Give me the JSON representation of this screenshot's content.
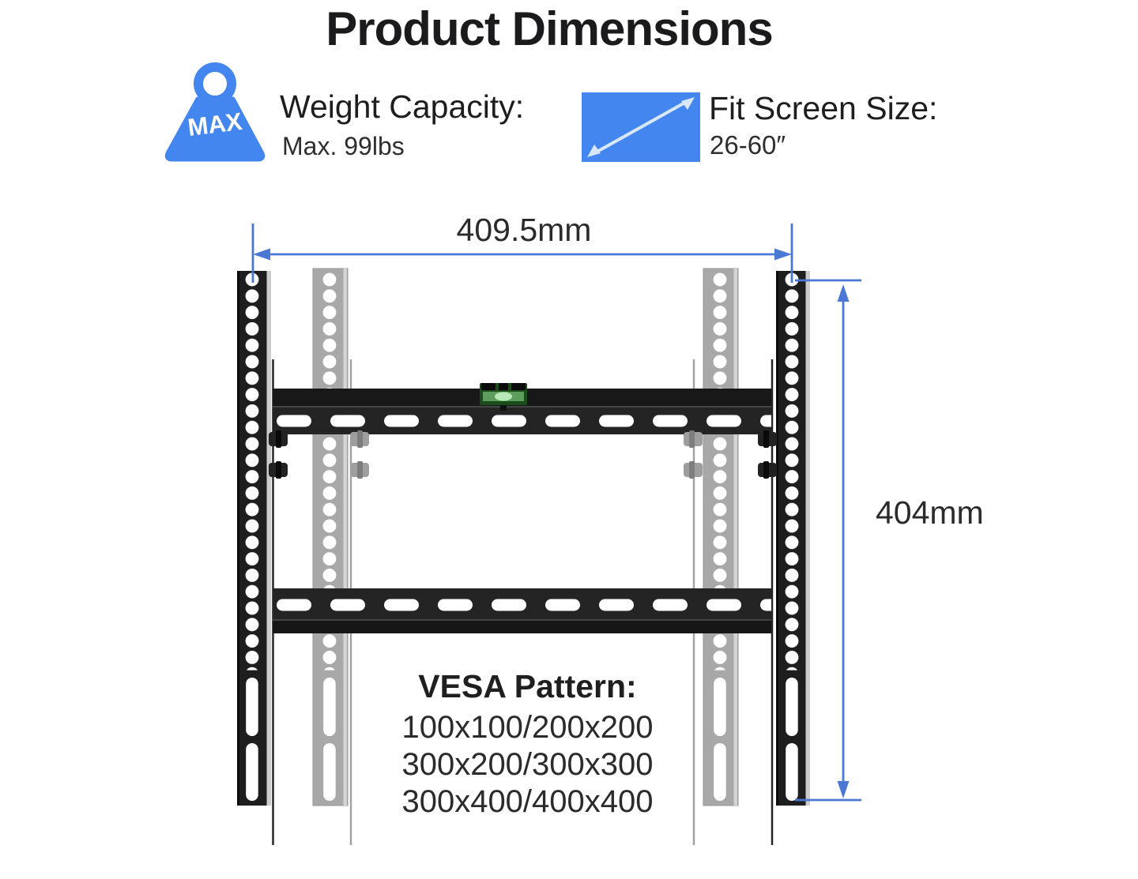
{
  "title": "Product Dimensions",
  "specs": {
    "weight": {
      "icon_label": "MAX",
      "label": "Weight Capacity:",
      "value": "Max. 99lbs"
    },
    "screen": {
      "label": "Fit Screen Size:",
      "value": "26-60″"
    }
  },
  "dimensions": {
    "width": "409.5mm",
    "height": "404mm"
  },
  "vesa": {
    "heading": "VESA Pattern:",
    "patterns": [
      "100x100/200x200",
      "300x200/300x300",
      "300x400/400x400"
    ]
  },
  "colors": {
    "accent_blue": "#4486ef",
    "dim_blue": "#4a78d4",
    "arrow_light": "#d9e7fb",
    "ink": "#262626",
    "part_black": "#1e1e1e",
    "part_gray": "#a8a8a8"
  }
}
